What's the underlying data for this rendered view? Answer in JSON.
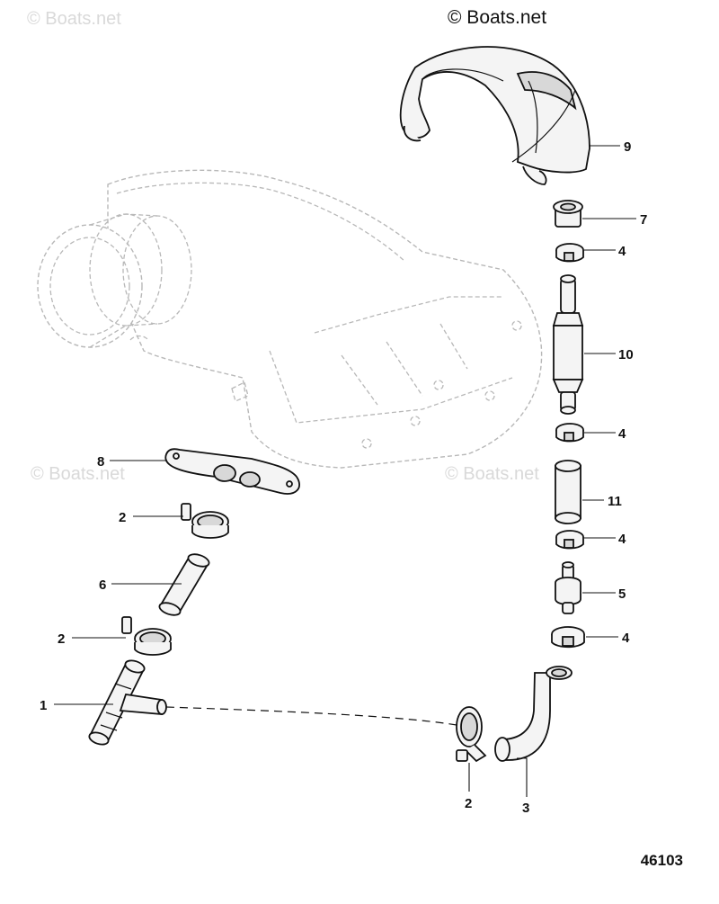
{
  "watermarks": [
    "© Boats.net",
    "© Boats.net",
    "© Boats.net",
    "© Boats.net"
  ],
  "callouts": {
    "c1": "1",
    "c2a": "2",
    "c2b": "2",
    "c2c": "2",
    "c3": "3",
    "c4a": "4",
    "c4b": "4",
    "c4c": "4",
    "c4d": "4",
    "c5": "5",
    "c6": "6",
    "c7": "7",
    "c8": "8",
    "c9": "9",
    "c10": "10",
    "c11": "11"
  },
  "diagram_number": "46103"
}
